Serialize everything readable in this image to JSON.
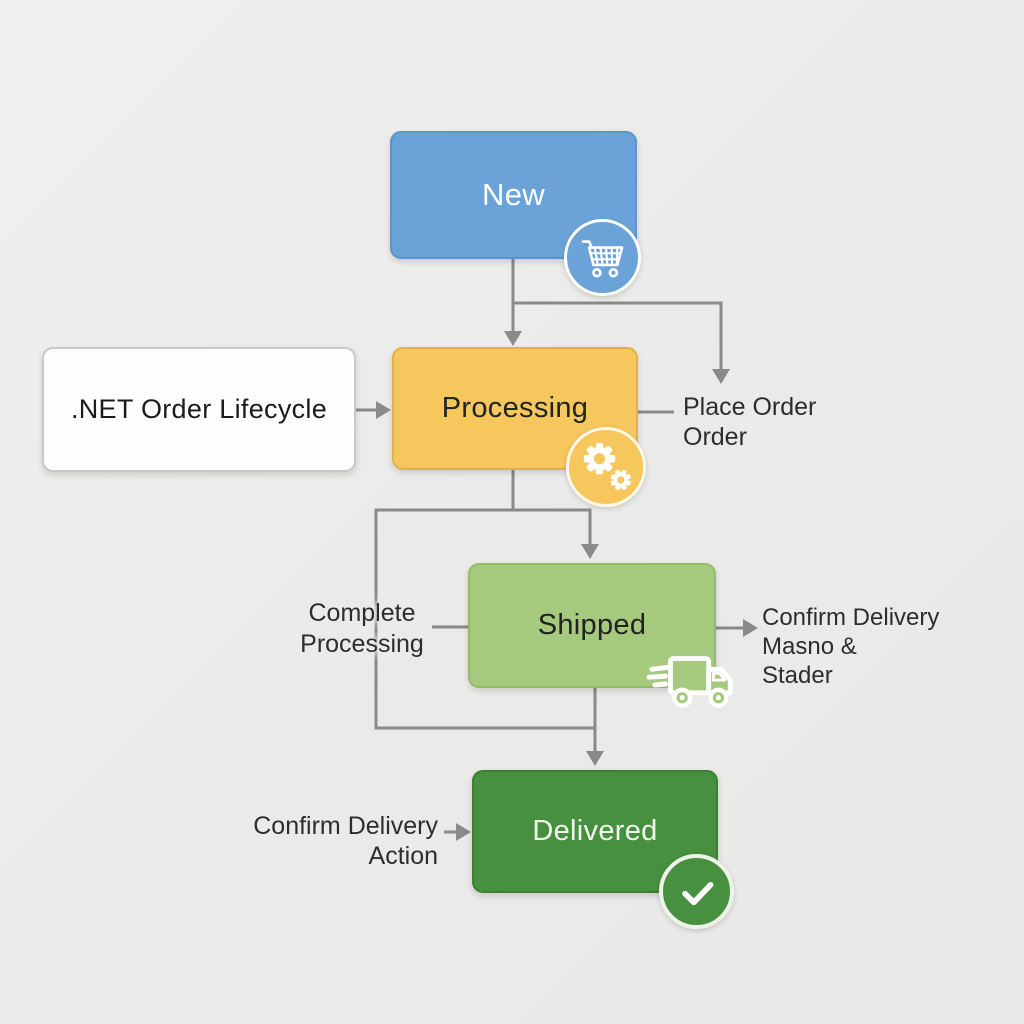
{
  "diagram": {
    "title_box": {
      "label": ".NET Order Lifecycle"
    },
    "states": {
      "new": {
        "label": "New"
      },
      "processing": {
        "label": "Processing"
      },
      "shipped": {
        "label": "Shipped"
      },
      "delivered": {
        "label": "Delivered"
      }
    },
    "annotations": {
      "place_order": {
        "lines": [
          "Place Order",
          "Order"
        ]
      },
      "complete_processing": {
        "lines": [
          "Complete",
          "Processing"
        ]
      },
      "confirm_delivery_shipped": {
        "lines": [
          "Confirm Delivery",
          "Masno &",
          "Stader"
        ]
      },
      "confirm_delivery_action": {
        "lines": [
          "Confirm Delivery",
          "Action"
        ]
      }
    },
    "icons": {
      "new": "shopping-cart-icon",
      "processing": "gears-icon",
      "shipped": "delivery-truck-icon",
      "delivered": "checkmark-icon"
    },
    "colors": {
      "background": "#ebebe9",
      "connector": "#8a8a8a",
      "text_dark": "#2d2d2d",
      "text_light": "#ffffff",
      "new_fill": "#6ba3d8",
      "new_border": "#5c95c9",
      "processing_fill": "#f5c75d",
      "processing_border": "#e3b045",
      "shipped_fill": "#a5ca7e",
      "shipped_border": "#92ba68",
      "delivered_fill": "#47903f",
      "delivered_border": "#3c7f35",
      "title_fill": "#fdfdfd",
      "title_border": "#c9c9c6"
    }
  }
}
